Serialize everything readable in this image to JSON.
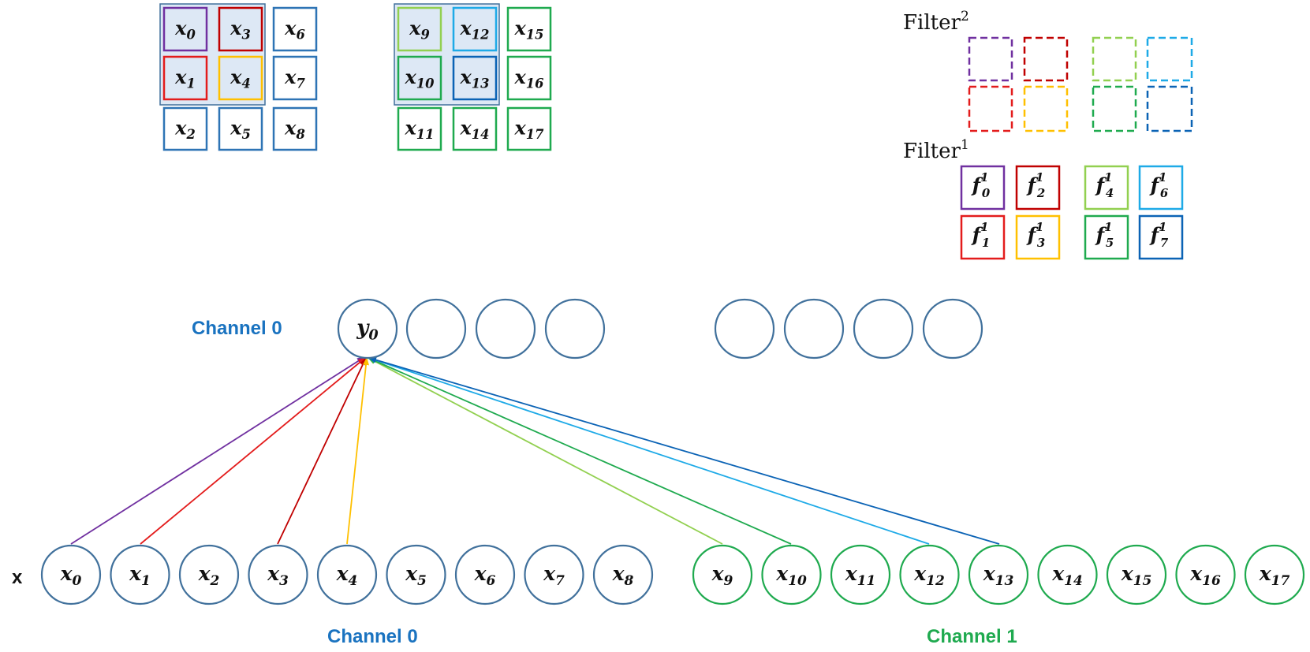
{
  "colors": {
    "blue": "#2e74b5",
    "node": "#41719c",
    "green": "#1faa4f",
    "purple": "#7030a0",
    "red": "#e31c1c",
    "darkred": "#c00000",
    "yellow": "#ffc000",
    "lightgreen": "#92d050",
    "lightblue": "#1eaae7",
    "darkblue": "#0b63b5",
    "highlight": "#dde8f5",
    "channel_label": "#1a73c0",
    "channel1_label": "#1faa4f"
  },
  "input_grid_0": [
    "x_0",
    "x_3",
    "x_6",
    "x_1",
    "x_4",
    "x_7",
    "x_2",
    "x_5",
    "x_8"
  ],
  "input_grid_1": [
    "x_9",
    "x_12",
    "x_15",
    "x_10",
    "x_13",
    "x_16",
    "x_11",
    "x_14",
    "x_17"
  ],
  "filter2_label": "Filter",
  "filter2_sup": "2",
  "filter1_label": "Filter",
  "filter1_sup": "1",
  "filter1_cells": [
    "f_0^1",
    "f_2^1",
    "f_4^1",
    "f_6^1",
    "f_1^1",
    "f_3^1",
    "f_5^1",
    "f_7^1"
  ],
  "output_label": "Channel 0",
  "output_node": "y_0",
  "x_row_label": "x",
  "x_nodes": [
    "x_0",
    "x_1",
    "x_2",
    "x_3",
    "x_4",
    "x_5",
    "x_6",
    "x_7",
    "x_8",
    "x_9",
    "x_10",
    "x_11",
    "x_12",
    "x_13",
    "x_14",
    "x_15",
    "x_16",
    "x_17"
  ],
  "bottom_channel0_label": "Channel 0",
  "bottom_channel1_label": "Channel 1"
}
